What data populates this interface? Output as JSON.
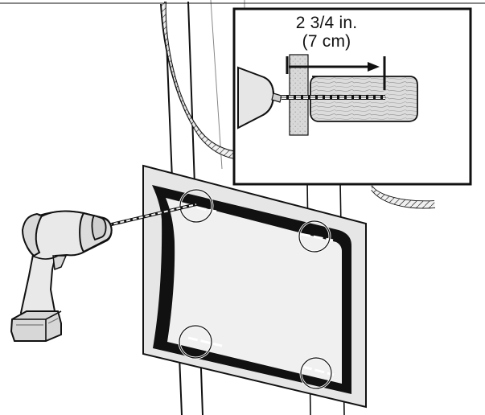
{
  "inset": {
    "dimension_imperial": "2 3/4 in.",
    "dimension_metric": "(7 cm)"
  },
  "icons": {
    "drill": "drill-icon",
    "drill_bit": "drill-bit-icon",
    "template": "mounting-template",
    "mark_circles": "drill-mark-circle",
    "inset": "detail-inset",
    "depth_arrow": "depth-arrow-icon"
  },
  "colors": {
    "line": "#111111",
    "paper": "#ffffff",
    "template_fill": "#e6e6e6",
    "wood": "#dcdcdc",
    "wall": "#d6d6d6"
  }
}
